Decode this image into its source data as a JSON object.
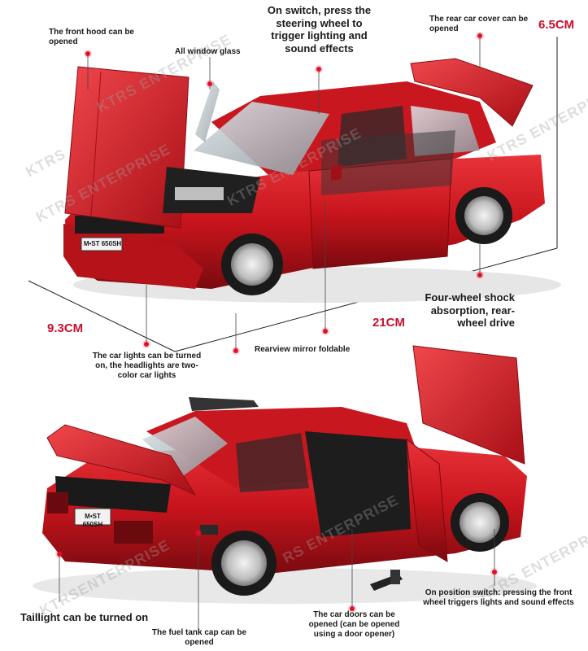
{
  "watermarks": [
    "KTRS ENTERPRISE",
    "KTRS",
    "KTRS ENTERPRISE",
    "KTRS ENTERPRISE",
    "RS ENTERPRISE",
    "KTRSENTERPRISE",
    "KTRS ENTERPRISE",
    "KTRS ENTERPRISE"
  ],
  "top": {
    "labels": {
      "front_hood": "The front hood can be opened",
      "window_glass": "All window glass",
      "on_switch": "On switch, press the steering wheel to trigger lighting and sound effects",
      "rear_cover": "The rear car cover can be opened",
      "shock": "Four-wheel shock absorption, rear-wheel drive",
      "car_lights": "The car lights can be turned on, the headlights are two-color car lights",
      "mirror": "Rearview mirror foldable"
    },
    "dimensions": {
      "height": "6.5CM",
      "width": "9.3CM",
      "length": "21CM"
    },
    "plate": "M•ST 650SH"
  },
  "bottom": {
    "labels": {
      "taillight": "Taillight can be turned on",
      "fuel_cap": "The fuel tank cap can be opened",
      "doors": "The car doors can be opened (can be opened using a door opener)",
      "position_switch": "On position switch: pressing the front wheel triggers lights and sound effects"
    },
    "plate": "M•ST 650SH"
  },
  "colors": {
    "car_red": "#c8141c",
    "accent_dot": "#e0102a",
    "dimension_text": "#c8102e"
  }
}
